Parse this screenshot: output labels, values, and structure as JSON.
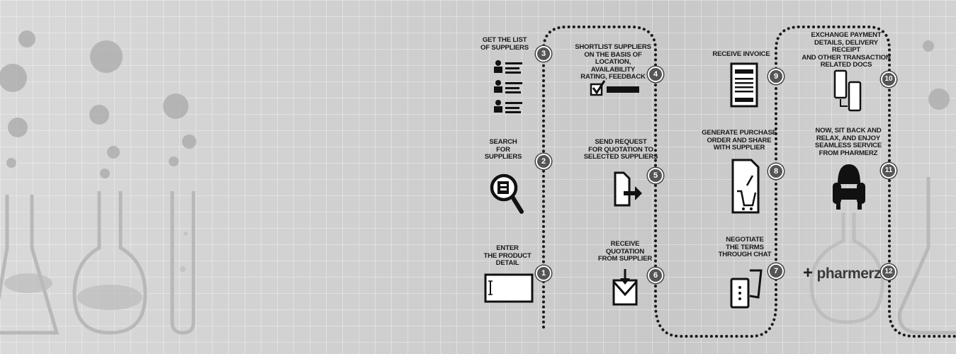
{
  "steps": [
    {
      "number": "1",
      "label": "ENTER\nTHE PRODUCT\nDETAIL"
    },
    {
      "number": "2",
      "label": "SEARCH\nFOR\nSUPPLIERS"
    },
    {
      "number": "3",
      "label": "GET THE LIST\nOF SUPPLIERS"
    },
    {
      "number": "4",
      "label": "SHORTLIST SUPPLIERS\nON THE BASIS OF\nLOCATION, AVAILABILITY\nRATING, FEEDBACK"
    },
    {
      "number": "5",
      "label": "SEND REQUEST\nFOR QUOTATION TO\nSELECTED SUPPLIERS"
    },
    {
      "number": "6",
      "label": "RECEIVE\nQUOTATION\nFROM SUPPLIER"
    },
    {
      "number": "7",
      "label": "NEGOTIATE\nTHE TERMS\nTHROUGH CHAT"
    },
    {
      "number": "8",
      "label": "GENERATE PURCHASE\nORDER AND SHARE\nWITH SUPPLIER"
    },
    {
      "number": "9",
      "label": "RECEIVE INVOICE"
    },
    {
      "number": "10",
      "label": "EXCHANGE PAYMENT\nDETAILS, DELIVERY RECEIPT\nAND OTHER TRANSACTION\nRELATED DOCS"
    },
    {
      "number": "11",
      "label": "NOW, SIT BACK AND\nRELAX, AND ENJOY\nSEAMLESS SERVICE\nFROM PHARMERZ"
    },
    {
      "number": "12",
      "label": ""
    }
  ],
  "brand": {
    "name": "pharmerz",
    "symbol": "+"
  },
  "icons": {
    "1": "text-input-icon",
    "2": "magnifier-icon",
    "3": "supplier-list-icon",
    "4": "checkbox-icon",
    "5": "send-document-icon",
    "6": "inbox-download-icon",
    "7": "chat-phone-icon",
    "8": "purchase-order-icon",
    "9": "invoice-icon",
    "10": "two-phones-icon",
    "11": "armchair-icon"
  }
}
